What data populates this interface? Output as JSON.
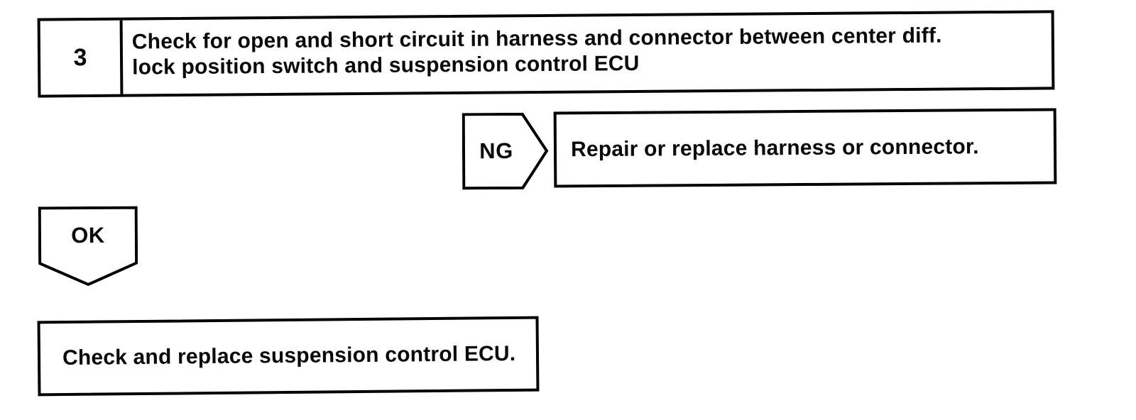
{
  "step": {
    "number": "3",
    "title_lines": [
      "Check for open and short circuit in harness and connector between center diff.",
      "lock position switch and suspension control ECU"
    ]
  },
  "ng_branch": {
    "connector_label": "NG",
    "action": "Repair or replace harness or connector."
  },
  "ok_branch": {
    "connector_label": "OK",
    "action": "Check and replace suspension control ECU."
  },
  "colors": {
    "ink": "#000000",
    "paper": "#ffffff"
  }
}
